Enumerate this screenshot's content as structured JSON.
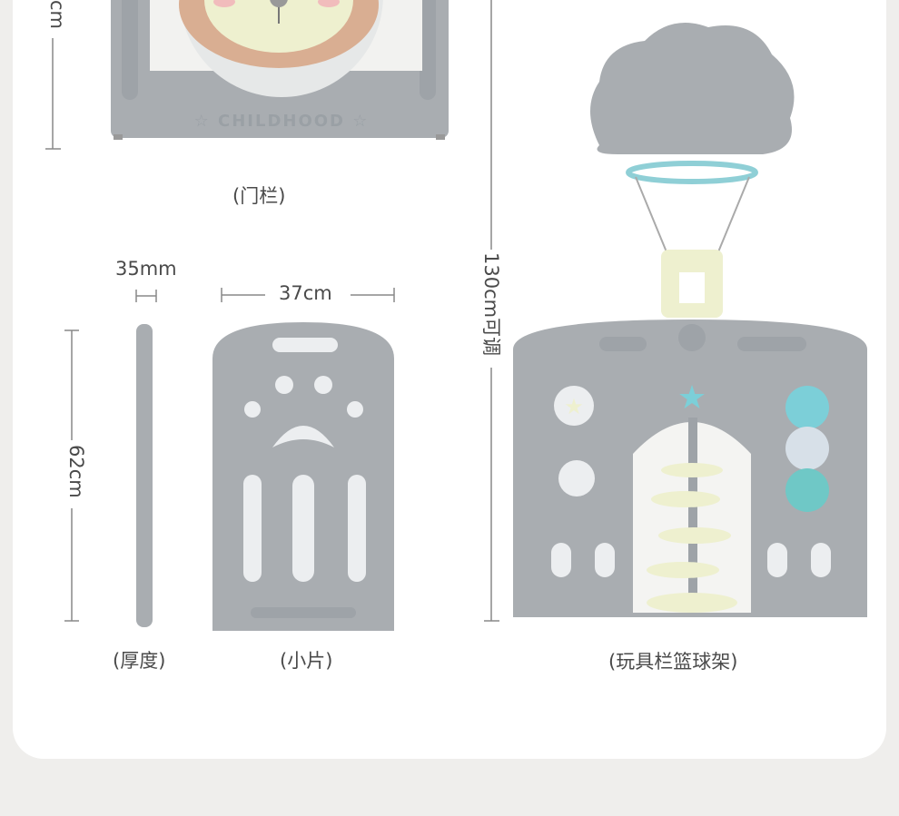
{
  "labels": {
    "gate": "(门栏)",
    "thickness": "(厚度)",
    "small_panel": "(小片)",
    "toy_basketball": "(玩具栏篮球架)"
  },
  "dimensions": {
    "gate_height_partial": "cm",
    "thickness": "35mm",
    "small_width": "37cm",
    "small_height": "62cm",
    "hoop_height": "130cm可调"
  },
  "embossed_text": "CHILDHOOD",
  "colors": {
    "panel": "#a9adb1",
    "panel_dark": "#9aa0a5",
    "cream": "#eef0cf",
    "lion_mane": "#d9ae92",
    "teal": "#7ccfd8",
    "background": "#efeeec"
  }
}
